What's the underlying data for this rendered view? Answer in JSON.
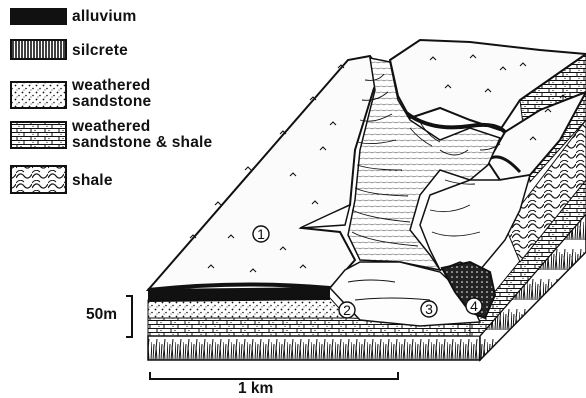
{
  "legend": {
    "items": [
      {
        "key": "alluvium",
        "label": "alluvium"
      },
      {
        "key": "silcrete",
        "label": "silcrete"
      },
      {
        "key": "weathered-sandstone",
        "label_line1": "weathered",
        "label_line2": "sandstone"
      },
      {
        "key": "weathered-sandstone-shale",
        "label_line1": "weathered",
        "label_line2": "sandstone & shale"
      },
      {
        "key": "shale",
        "label": "shale"
      }
    ]
  },
  "scale": {
    "vertical_label": "50m",
    "horizontal_label": "1 km"
  },
  "sites": [
    "1",
    "2",
    "3",
    "4"
  ]
}
